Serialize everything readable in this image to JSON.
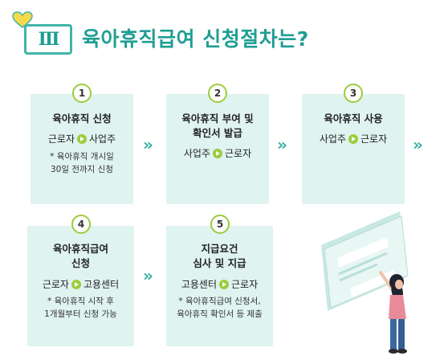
{
  "header": {
    "section_numeral": "Ⅲ",
    "title": "육아휴직급여 신청절차는?"
  },
  "steps": [
    {
      "number": "1",
      "title": "육아휴직 신청",
      "from": "근로자",
      "to": "사업주",
      "note_lines": [
        "* 육아휴직 개시일",
        "30일 전까지 신청"
      ]
    },
    {
      "number": "2",
      "title_lines": [
        "육아휴직 부여 및",
        "확인서 발급"
      ],
      "from": "사업주",
      "to": "근로자"
    },
    {
      "number": "3",
      "title": "육아휴직 사용",
      "from": "사업주",
      "to": "근로자"
    },
    {
      "number": "4",
      "title_lines": [
        "육아휴직급여",
        "신청"
      ],
      "from": "근로자",
      "to": "고용센터",
      "note_lines": [
        "* 육아휴직 시작 후",
        "1개월부터 신청 가능"
      ]
    },
    {
      "number": "5",
      "title_lines": [
        "지급요건",
        "심사 및 지급"
      ],
      "from": "고용센터",
      "to": "근로자",
      "note_lines": [
        "* 육아휴직급여 신청서,",
        "육아휴직 확인서 등 제출"
      ]
    }
  ],
  "arrows": [
    "»",
    "»",
    "»",
    "»"
  ],
  "colors": {
    "accent_teal": "#1f9e93",
    "card_bg": "#dff3f0",
    "badge_green": "#9ccc3c",
    "heart_yellow": "#f6d94a"
  },
  "icons": [
    "heart-icon",
    "play-arrow-icon",
    "double-chevron-icon",
    "presentation-board-illustration"
  ]
}
